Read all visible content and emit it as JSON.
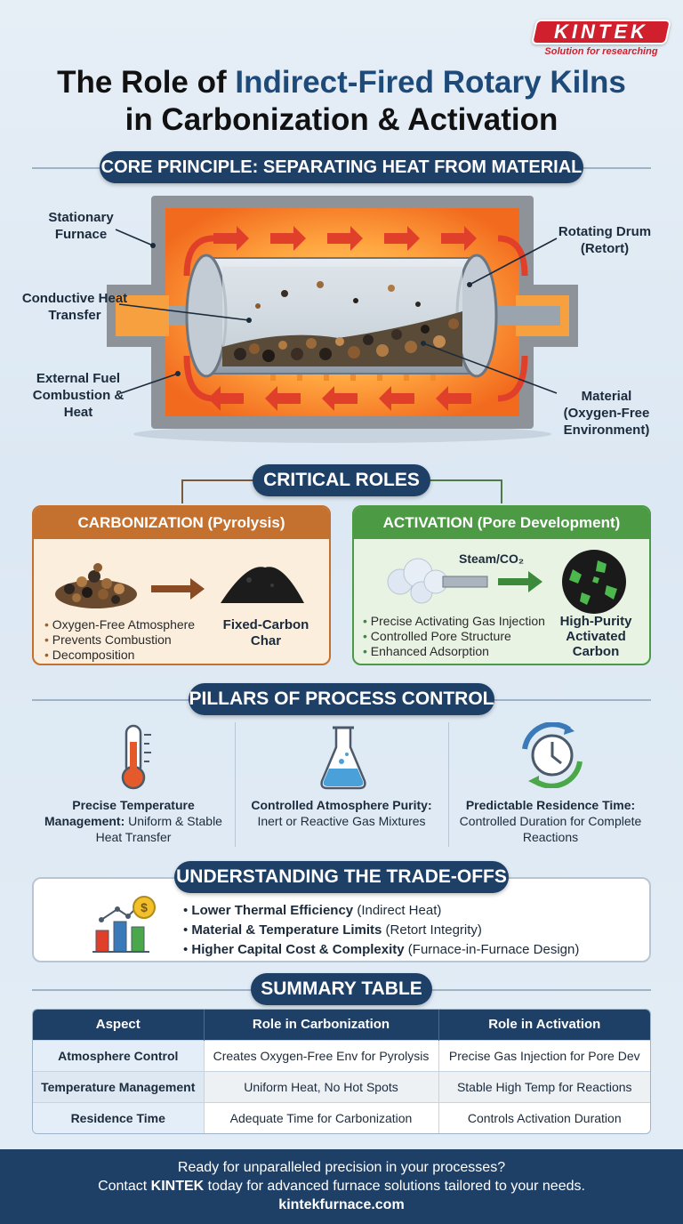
{
  "brand": {
    "name": "KINTEK",
    "tagline": "Solution for researching"
  },
  "title": {
    "prefix": "The Role of ",
    "accent": "Indirect-Fired Rotary Kilns",
    "line2": "in Carbonization & Activation"
  },
  "core_principle": {
    "banner": "CORE PRINCIPLE: SEPARATING HEAT FROM MATERIAL",
    "labels": {
      "stationary_furnace": "Stationary Furnace",
      "conductive_heat": "Conductive Heat Transfer",
      "external_fuel": "External Fuel Combustion & Heat",
      "rotating_drum": "Rotating Drum (Retort)",
      "material": "Material (Oxygen-Free Environment)"
    }
  },
  "critical_roles": {
    "banner": "CRITICAL ROLES",
    "carbonization": {
      "header": "CARBONIZATION (Pyrolysis)",
      "bullets": [
        "Oxygen-Free Atmosphere",
        "Prevents Combustion",
        "Decomposition"
      ],
      "result": "Fixed-Carbon Char"
    },
    "activation": {
      "header": "ACTIVATION (Pore Development)",
      "gas_label": "Steam/CO₂",
      "bullets": [
        "Precise Activating Gas Injection",
        "Controlled Pore Structure",
        "Enhanced Adsorption"
      ],
      "result": "High-Purity Activated Carbon"
    }
  },
  "pillars": {
    "banner": "PILLARS OF PROCESS CONTROL",
    "items": [
      {
        "icon": "thermometer-icon",
        "bold": "Precise Temperature Management:",
        "text": "Uniform & Stable Heat Transfer"
      },
      {
        "icon": "flask-icon",
        "bold": "Controlled Atmosphere Purity:",
        "text": "Inert or Reactive Gas Mixtures"
      },
      {
        "icon": "clock-cycle-icon",
        "bold": "Predictable Residence Time:",
        "text": "Controlled Duration for Complete Reactions"
      }
    ]
  },
  "tradeoffs": {
    "banner": "UNDERSTANDING THE TRADE-OFFS",
    "items": [
      {
        "bold": "Lower Thermal Efficiency",
        "text": " (Indirect Heat)"
      },
      {
        "bold": "Material & Temperature Limits",
        "text": " (Retort Integrity)"
      },
      {
        "bold": "Higher Capital Cost & Complexity",
        "text": " (Furnace-in-Furnace Design)"
      }
    ]
  },
  "summary": {
    "banner": "SUMMARY TABLE",
    "headers": [
      "Aspect",
      "Role in Carbonization",
      "Role in Activation"
    ],
    "rows": [
      [
        "Atmosphere Control",
        "Creates Oxygen-Free Env for Pyrolysis",
        "Precise Gas Injection for Pore Dev"
      ],
      [
        "Temperature Management",
        "Uniform Heat, No Hot Spots",
        "Stable High Temp for Reactions"
      ],
      [
        "Residence Time",
        "Adequate Time for Carbonization",
        "Controls Activation Duration"
      ]
    ]
  },
  "footer": {
    "line1": "Ready for unparalleled precision in your processes?",
    "line2_prefix": "Contact ",
    "line2_brand": "KINTEK",
    "line2_suffix": " today for advanced furnace solutions tailored to your needs.",
    "url": "kintekfurnace.com"
  },
  "colors": {
    "navy": "#1e3f66",
    "brand_red": "#d0202e",
    "carbonization": "#c4702e",
    "activation": "#4d9a45"
  }
}
